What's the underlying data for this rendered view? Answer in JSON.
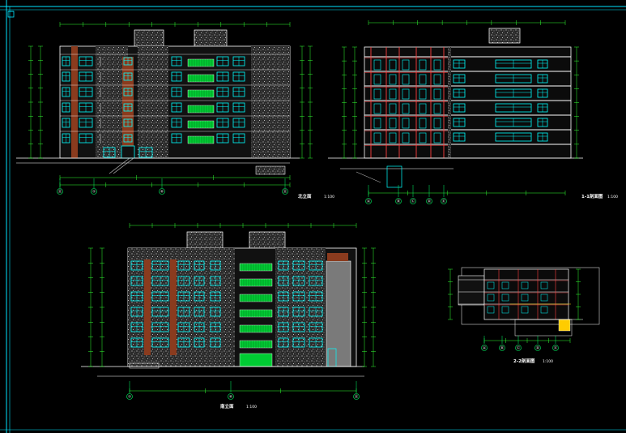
{
  "drawing": {
    "background": "#000000",
    "colors": {
      "frame": "#00e5ff",
      "outline": "#ffffff",
      "dim": "#33ff33",
      "window": "#00ffff",
      "balcony": "#00cc33",
      "brick": "#8a3b1e",
      "stucco": "#9a9a9a",
      "stair": "#7a7a7a",
      "grid": "#00ff66",
      "section": "#ff4040",
      "accent": "#ffcc00"
    }
  },
  "views": [
    {
      "id": "v1",
      "title": "北立面",
      "scale": "1:100"
    },
    {
      "id": "v2",
      "title": "1-1剖面图",
      "scale": "1:100"
    },
    {
      "id": "v3",
      "title": "南立面",
      "scale": "1:100"
    },
    {
      "id": "v4",
      "title": "2-2剖面图",
      "scale": "1:100"
    }
  ],
  "grids": {
    "v1": [
      "⑪",
      "①",
      "⑥",
      "⑪"
    ],
    "v2": [
      "Ⓐ",
      "Ⓑ",
      "Ⓒ",
      "Ⓓ",
      "Ⓔ"
    ],
    "v3": [
      "①",
      "⑥",
      "⑪"
    ],
    "v4": [
      "Ⓐ",
      "Ⓑ",
      "Ⓒ",
      "Ⓓ",
      "Ⓔ"
    ]
  }
}
